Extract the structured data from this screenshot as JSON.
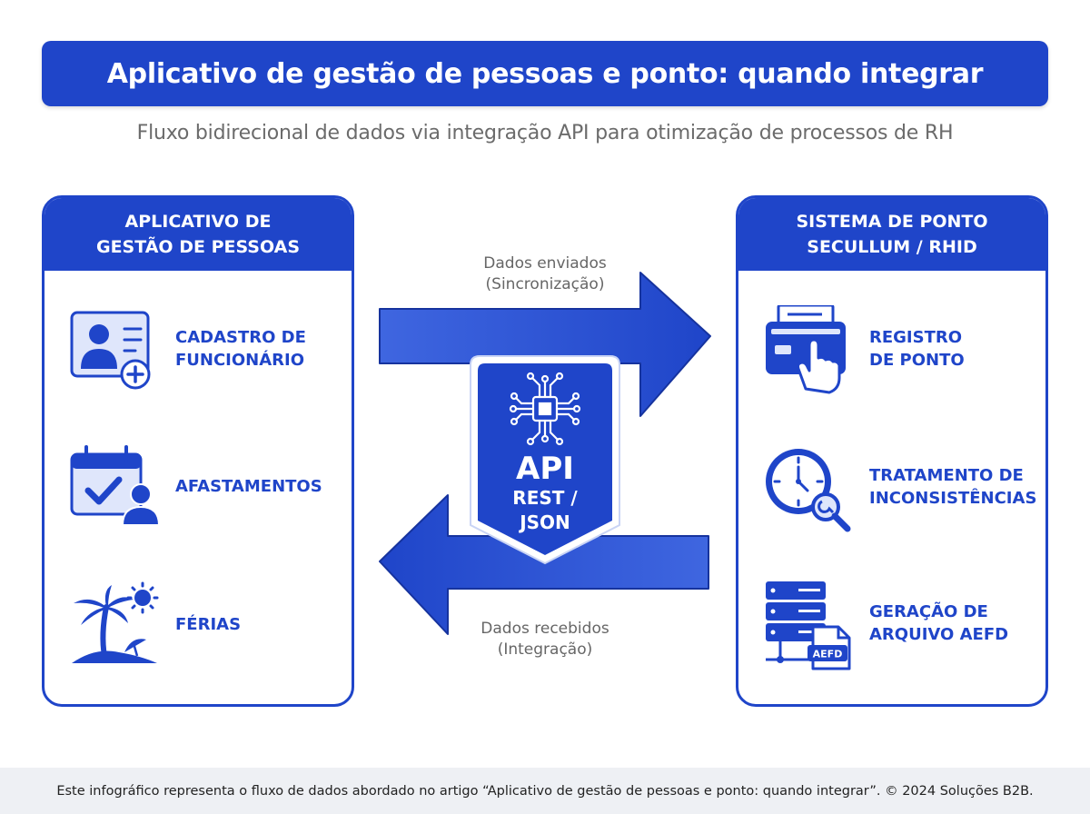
{
  "header": {
    "title": "Aplicativo de gestão de pessoas e ponto: quando integrar",
    "subtitle": "Fluxo bidirecional de dados via integração API para otimização de processos de RH"
  },
  "left_panel": {
    "title_line1": "APLICATIVO DE",
    "title_line2": "GESTÃO DE PESSOAS",
    "items": [
      {
        "line1": "CADASTRO DE",
        "line2": "FUNCIONÁRIO",
        "icon": "employee-card-add-icon"
      },
      {
        "line1": "AFASTAMENTOS",
        "line2": "",
        "icon": "calendar-check-person-icon"
      },
      {
        "line1": "FÉRIAS",
        "line2": "",
        "icon": "palm-tree-island-icon"
      }
    ]
  },
  "right_panel": {
    "title_line1": "SISTEMA DE PONTO",
    "title_line2": "SECULLUM / RHID",
    "items": [
      {
        "line1": "REGISTRO",
        "line2": "DE PONTO",
        "icon": "time-clock-finger-icon"
      },
      {
        "line1": "TRATAMENTO DE",
        "line2": "INCONSISTÊNCIAS",
        "icon": "clock-magnifier-icon"
      },
      {
        "line1": "GERAÇÃO DE",
        "line2": "ARQUIVO AEFD",
        "icon": "server-file-icon"
      }
    ]
  },
  "flow": {
    "sent_line1": "Dados enviados",
    "sent_line2": "(Sincronização)",
    "received_line1": "Dados recebidos",
    "received_line2": "(Integração)"
  },
  "api_badge": {
    "line1": "API",
    "line2": "REST /",
    "line3": "JSON",
    "icon": "chip-circuit-icon"
  },
  "file_badge": "AEFD",
  "footer": {
    "text": "Este infográfico representa o fluxo de dados abordado no artigo “Aplicativo de gestão de pessoas e ponto: quando integrar”. © 2024 Soluções B2B."
  },
  "colors": {
    "primary": "#1f45c9",
    "light": "#dfe6fb",
    "text_gray": "#6b6b6b",
    "footer_bg": "#eef0f4"
  }
}
